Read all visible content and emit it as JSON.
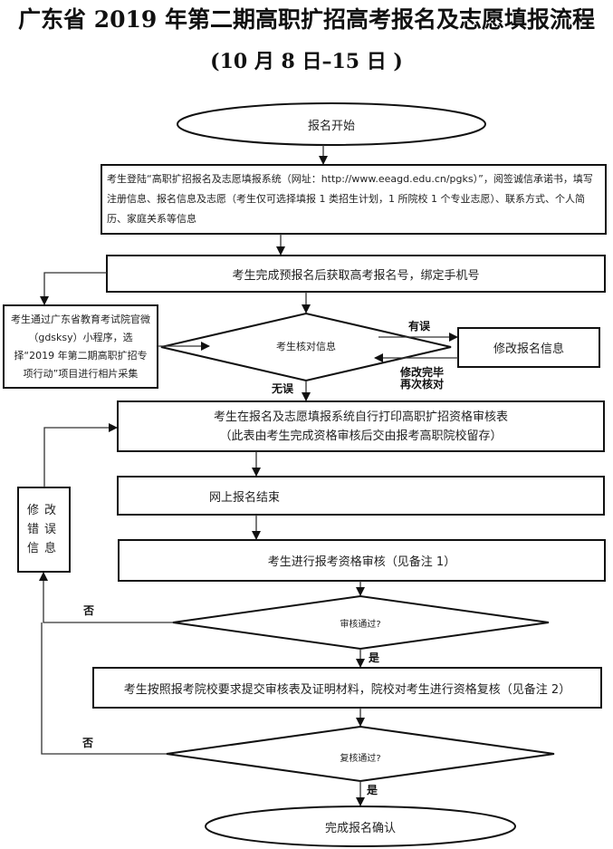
{
  "title": "广东省 2019 年第二期高职扩招高考报名及志愿填报流程",
  "subtitle": "(10 月 8 日–15 日 )",
  "nodes": {
    "start": "报名开始",
    "login": "考生登陆“高职扩招报名及志愿填报系统（网址：http://www.eeagd.edu.cn/pgks）”，阅签诚信承诺书，填写注册信息、报名信息及志愿（考生仅可选择填报 1 类招生计划，1 所院校 1 个专业志愿）、联系方式、个人简历、家庭关系等信息",
    "pre_register": "考生完成预报名后获取高考报名号，绑定手机号",
    "photo": "考生通过广东省教育考试院官微（gdsksy）小程序，选择“2019 年第二期高职扩招专项行动”项目进行相片采集",
    "check_info": "考生核对信息",
    "modify_info": "修改报名信息",
    "print_form_line1": "考生在报名及志愿填报系统自行打印高职扩招资格审核表",
    "print_form_line2": "（此表由考生完成资格审核后交由报考高职院校留存）",
    "online_end": "网上报名结束",
    "qualification_review": "考生进行报考资格审核（见备注 1）",
    "fix_errors": "修改错误信息",
    "review_passed": "审核通过?",
    "submit_materials": "考生按照报考院校要求提交审核表及证明材料，院校对考生进行资格复核（见备注 2）",
    "recheck_passed": "复核通过?",
    "end": "完成报名确认"
  },
  "edge_labels": {
    "has_error": "有误",
    "modified_recheck_line1": "修改完毕",
    "modified_recheck_line2": "再次核对",
    "no_error": "无误",
    "review_no": "否",
    "review_yes": "是",
    "recheck_no": "否",
    "recheck_yes": "是"
  }
}
